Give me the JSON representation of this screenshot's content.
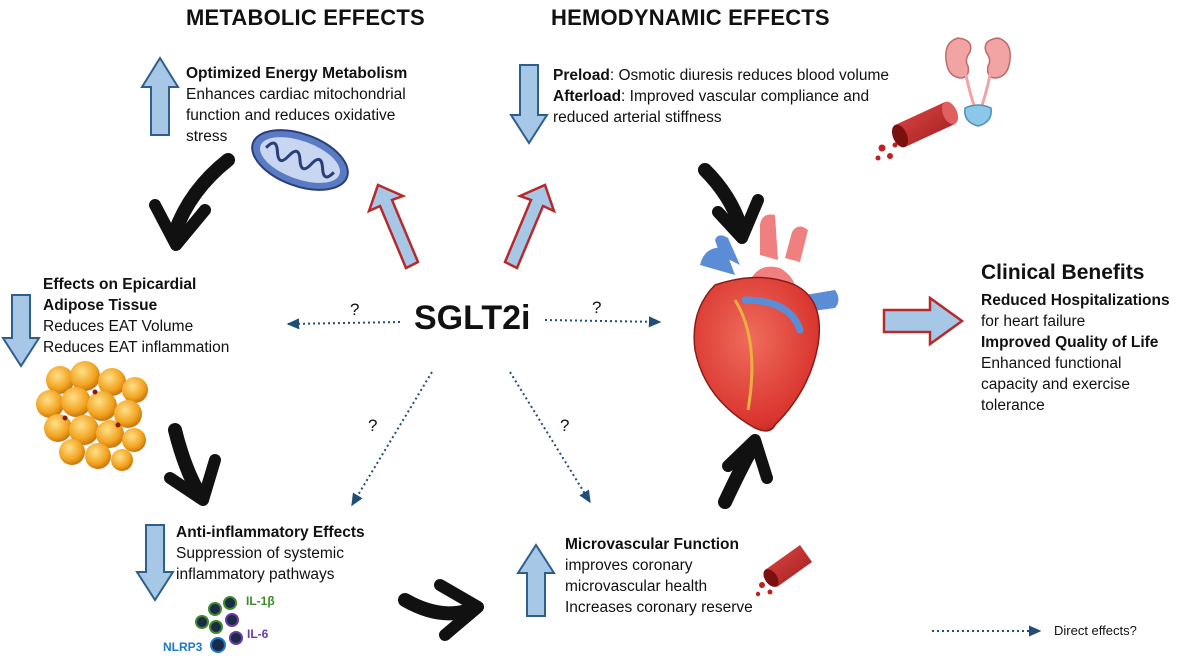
{
  "headings": {
    "metabolic": "METABOLIC EFFECTS",
    "hemodynamic": "HEMODYNAMIC EFFECTS"
  },
  "center": {
    "label": "SGLT2i"
  },
  "question_mark": "?",
  "metabolism": {
    "title": "Optimized Energy Metabolism",
    "lines": [
      "Enhances cardiac mitochondrial",
      "function and reduces oxidative",
      "stress"
    ]
  },
  "hemodynamic": {
    "preload_label": "Preload",
    "preload_text": ": Osmotic diuresis reduces blood volume",
    "afterload_label": "Afterload",
    "afterload_text": ": Improved vascular compliance and",
    "afterload_text2": "reduced arterial stiffness"
  },
  "epicardial": {
    "title_line1": "Effects on Epicardial",
    "title_line2": "Adipose Tissue",
    "lines": [
      "Reduces EAT Volume",
      "Reduces EAT inflammation"
    ]
  },
  "anti_inflammatory": {
    "title": "Anti-inflammatory Effects",
    "lines": [
      "Suppression of systemic",
      "inflammatory pathways"
    ],
    "cytokines": {
      "il1b": "IL-1β",
      "il6": "IL-6",
      "nlrp3": "NLRP3"
    }
  },
  "microvascular": {
    "title": "Microvascular Function",
    "lines": [
      "improves coronary",
      "microvascular health",
      "Increases coronary reserve"
    ]
  },
  "clinical": {
    "title": "Clinical Benefits",
    "item1_title": "Reduced Hospitalizations",
    "item1_text": "for heart failure",
    "item2_title": "Improved Quality of Life",
    "item2_lines": [
      "Enhanced functional",
      "capacity and exercise",
      "tolerance"
    ]
  },
  "legend": {
    "label": "Direct effects?"
  },
  "colors": {
    "arrow_fill": "#a7c7e7",
    "arrow_stroke": "#2e5f8a",
    "red_outline": "#b52a2a",
    "dotted": "#1f4e79",
    "il1b": "#3d8a2a",
    "il6": "#6b3aa5",
    "nlrp3": "#1f78c8"
  }
}
